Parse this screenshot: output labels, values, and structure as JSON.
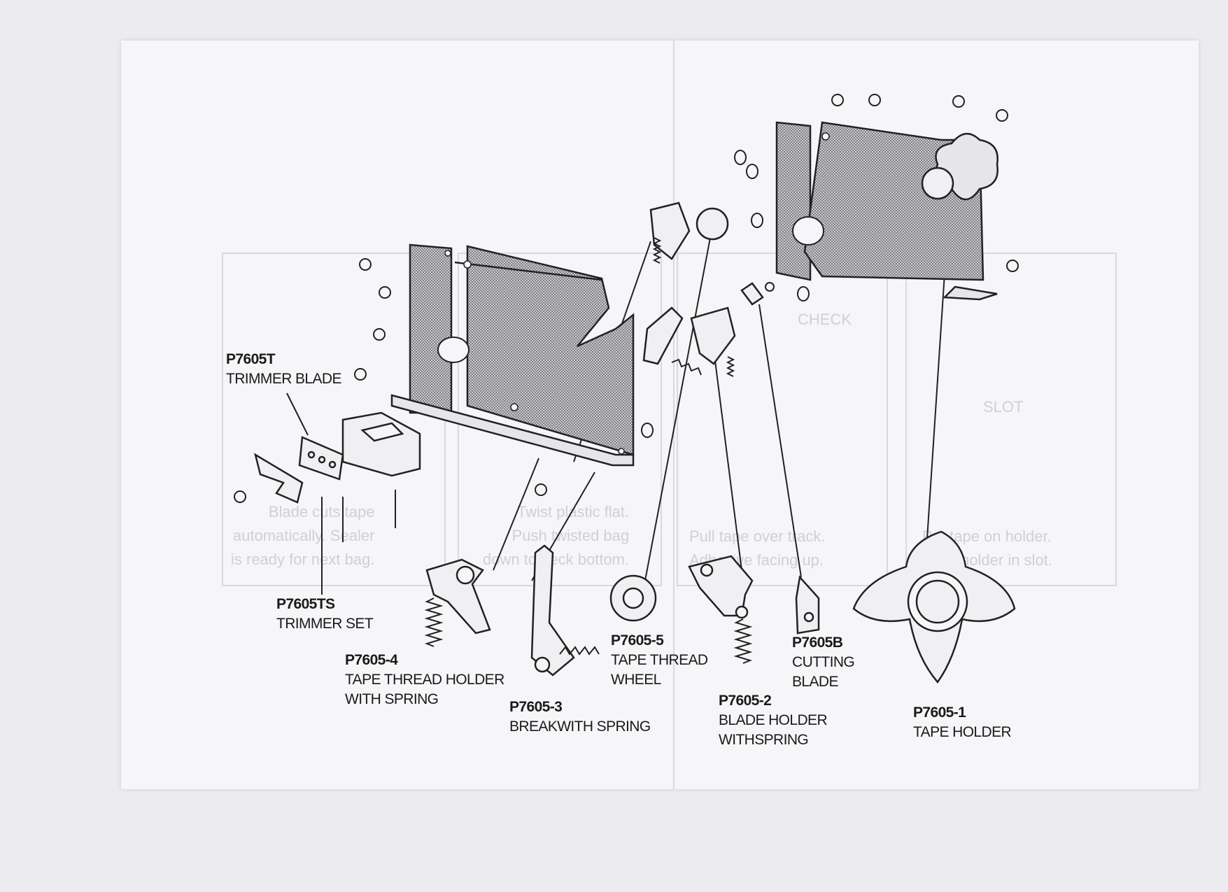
{
  "parts": [
    {
      "id": "trimmer-blade",
      "code": "P7605T",
      "desc": [
        "TRIMMER BLADE"
      ]
    },
    {
      "id": "trimmer-set",
      "code": "P7605TS",
      "desc": [
        "TRIMMER SET"
      ]
    },
    {
      "id": "tape-thread-holder",
      "code": "P7605-4",
      "desc": [
        "TAPE THREAD HOLDER",
        "WITH SPRING"
      ]
    },
    {
      "id": "break-with-spring",
      "code": "P7605-3",
      "desc": [
        "BREAKWITH SPRING"
      ]
    },
    {
      "id": "tape-thread-wheel",
      "code": "P7605-5",
      "desc": [
        "TAPE THREAD",
        "WHEEL"
      ]
    },
    {
      "id": "blade-holder",
      "code": "P7605-2",
      "desc": [
        "BLADE HOLDER",
        "WITHSPRING"
      ]
    },
    {
      "id": "cutting-blade",
      "code": "P7605B",
      "desc": [
        "CUTTING",
        "BLADE"
      ]
    },
    {
      "id": "tape-holder",
      "code": "P7605-1",
      "desc": [
        "TAPE HOLDER"
      ]
    }
  ],
  "background_text": [
    {
      "id": "bt1",
      "lines": [
        "Blade cuts tape",
        "automatically. Sealer",
        "is ready for next bag."
      ]
    },
    {
      "id": "bt2",
      "lines": [
        "Twist plastic flat.",
        "Push twisted bag",
        "down to neck bottom."
      ]
    },
    {
      "id": "bt3",
      "lines": [
        "Pull tape over track.",
        "Adhesive facing up."
      ]
    },
    {
      "id": "bt4",
      "lines": [
        "Put tape on holder.",
        "Load holder in slot."
      ]
    },
    {
      "id": "bt5",
      "lines": [
        "CHECK"
      ]
    },
    {
      "id": "bt6",
      "lines": [
        "SLOT"
      ]
    }
  ]
}
